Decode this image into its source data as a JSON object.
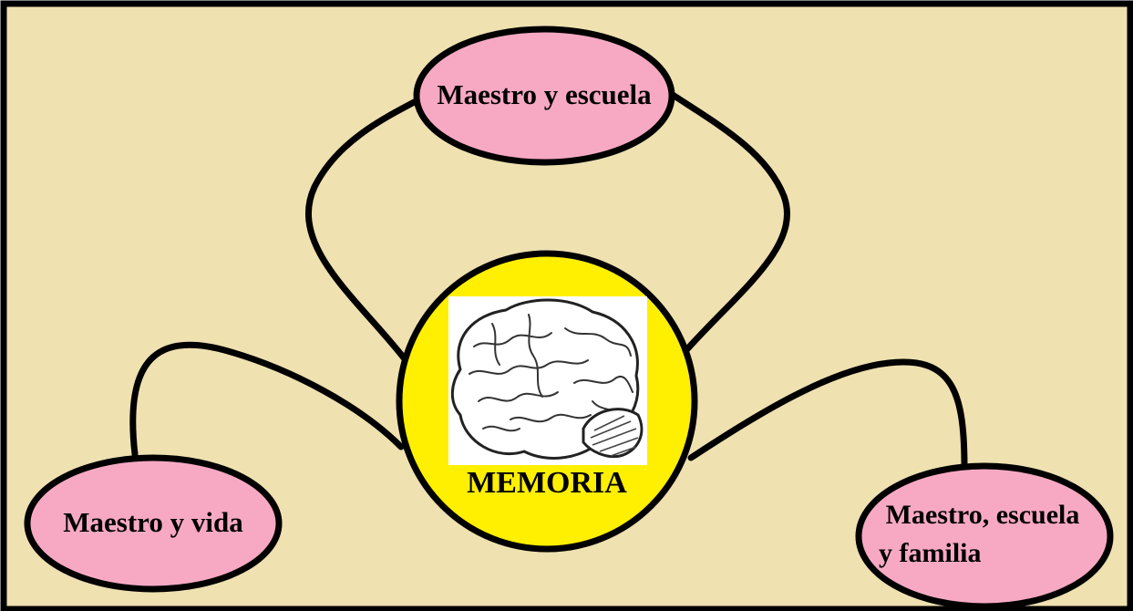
{
  "diagram": {
    "center": {
      "label": "MEMORIA",
      "icon": "brain-icon"
    },
    "nodes": {
      "top": "Maestro y escuela",
      "left": "Maestro y vida",
      "right_line1": "Maestro, escuela",
      "right_line2": "y familia"
    }
  },
  "colors": {
    "background": "#efe1b0",
    "frame": "#000000",
    "node_fill": "#f7a9c4",
    "center_fill": "#ffef00",
    "connector": "#000000",
    "brain_fill": "#ffffff"
  }
}
